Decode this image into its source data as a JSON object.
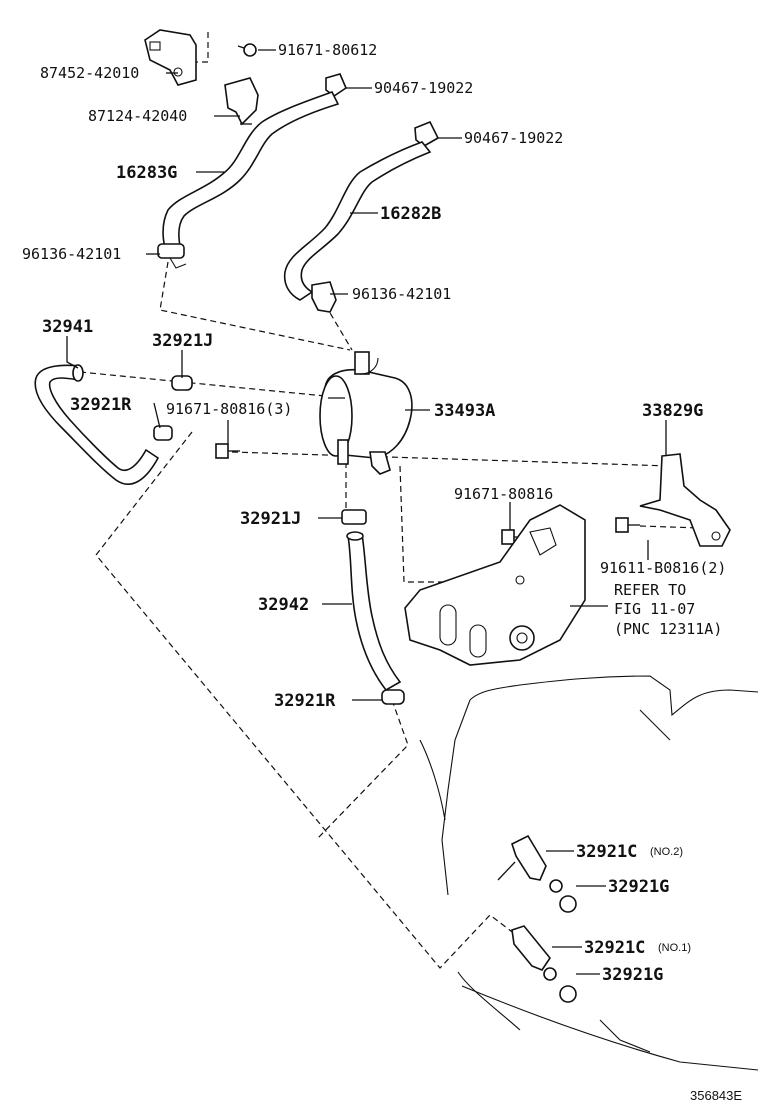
{
  "diagram_id": "356843E",
  "labels": {
    "p9167180612": "91671-80612",
    "p8745242010": "87452-42010",
    "p9046719022a": "90467-19022",
    "p8712442040": "87124-42040",
    "p9046719022b": "90467-19022",
    "p16283g": "16283G",
    "p16282b": "16282B",
    "p9613642101a": "96136-42101",
    "p9613642101b": "96136-42101",
    "p32941": "32941",
    "p32921j_top": "32921J",
    "p32921r_top": "32921R",
    "p9167180816_3": "91671-80816(3)",
    "p33493a": "33493A",
    "p33829g": "33829G",
    "p9167180816": "91671-80816",
    "p32921j_mid": "32921J",
    "p9161108162": "91611-B0816(2)",
    "refer_1": "REFER TO",
    "refer_2": "FIG 11-07",
    "refer_3": "(PNC 12311A)",
    "p32942": "32942",
    "p32921r_bot": "32921R",
    "p32921c_no2": "32921C",
    "p32921c_no2_tag": "(NO.2)",
    "p32921g_a": "32921G",
    "p32921c_no1": "32921C",
    "p32921c_no1_tag": "(NO.1)",
    "p32921g_b": "32921G"
  }
}
